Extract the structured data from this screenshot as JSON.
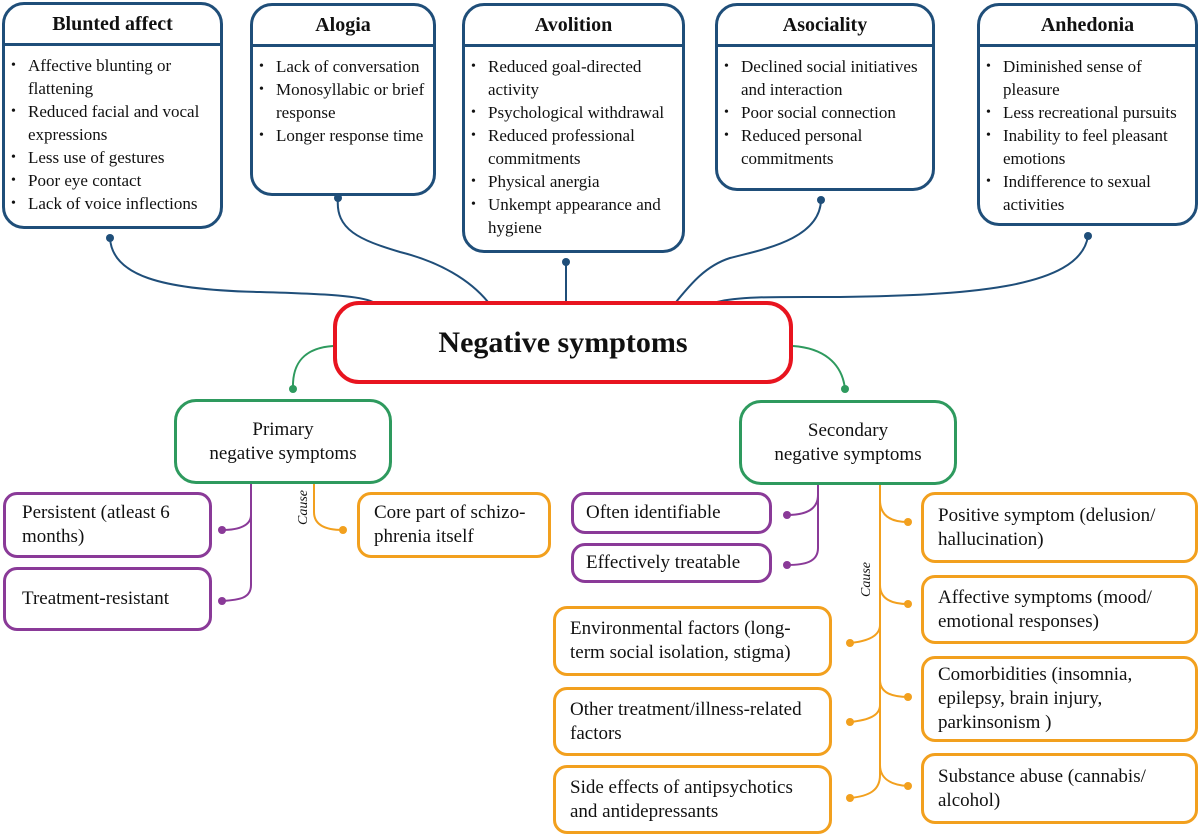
{
  "title": "Negative symptoms",
  "colors": {
    "domain_border": "#1f4e79",
    "center_border": "#e8141f",
    "type_border": "#2e9a5e",
    "feature_border": "#8a3a98",
    "cause_border": "#f2a01e"
  },
  "domains": [
    {
      "title": "Blunted affect",
      "items": [
        "Affective blunting or flattening",
        "Reduced facial and vocal expressions",
        "Less use of gestures",
        "Poor eye contact",
        "Lack of voice inflections"
      ]
    },
    {
      "title": "Alogia",
      "items": [
        "Lack of conversation",
        "Monosyllabic or brief response",
        "Longer response time"
      ]
    },
    {
      "title": "Avolition",
      "items": [
        "Reduced goal-directed activity",
        "Psychological withdrawal",
        "Reduced professional commitments",
        "Physical anergia",
        "Unkempt appearance and hygiene"
      ]
    },
    {
      "title": "Asociality",
      "items": [
        "Declined social initiatives and interaction",
        "Poor social connection",
        "Reduced personal commitments"
      ]
    },
    {
      "title": "Anhedonia",
      "items": [
        "Diminished sense of pleasure",
        "Less recreational pursuits",
        "Inability to feel pleasant emotions",
        "Indifference to sexual activities"
      ]
    }
  ],
  "primary": {
    "title": "Primary\nnegative symptoms",
    "features": [
      "Persistent (atleast 6 months)",
      "Treatment-resistant"
    ],
    "cause_label": "Cause",
    "causes": [
      "Core part of schizo-phrenia itself"
    ]
  },
  "secondary": {
    "title": "Secondary\nnegative symptoms",
    "features": [
      "Often identifiable",
      "Effectively treatable"
    ],
    "cause_label": "Cause",
    "causes_left": [
      "Environmental factors (long-term social isolation, stigma)",
      "Other treatment/illness-related factors",
      "Side effects of antipsychotics and antidepressants"
    ],
    "causes_right": [
      "Positive symptom (delusion/ hallucination)",
      "Affective symptoms (mood/ emotional responses)",
      "Comorbidities (insomnia, epilepsy, brain injury, parkinsonism )",
      "Substance abuse (cannabis/ alcohol)"
    ]
  }
}
